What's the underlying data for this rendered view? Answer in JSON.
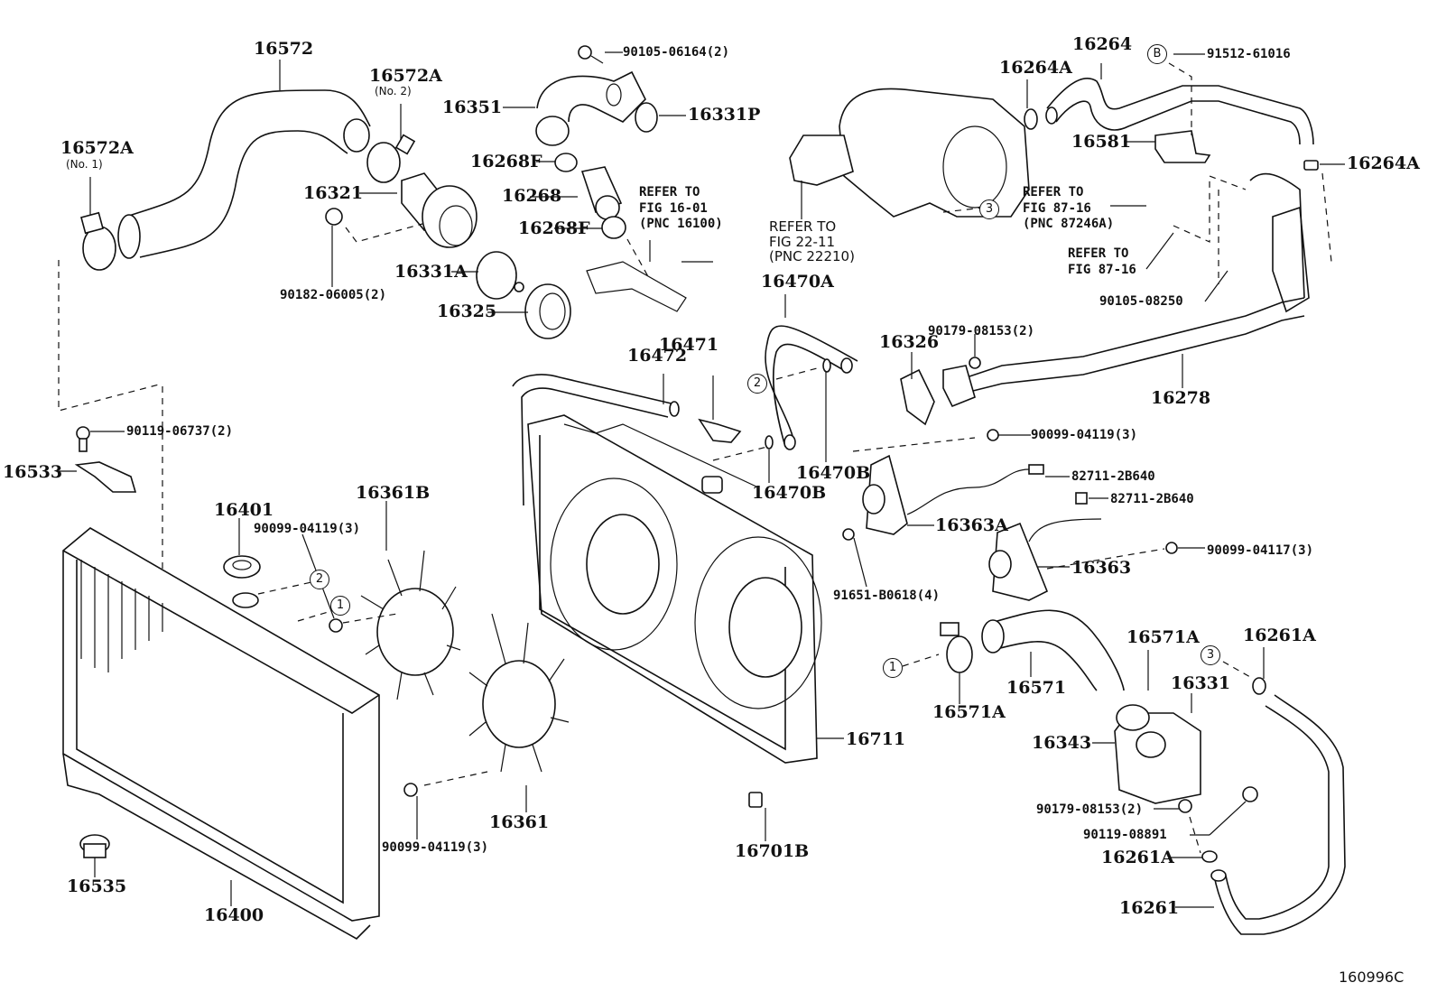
{
  "diagram": {
    "type": "exploded parts diagram",
    "subject": "Radiator & water outlet",
    "figure_code": "160996C"
  },
  "labels": {
    "p16572": "16572",
    "p16572A_no2": "16572A",
    "p16572A_no2_sub": "(No. 2)",
    "p16572A_no1": "16572A",
    "p16572A_no1_sub": "(No. 1)",
    "p16321": "16321",
    "p90182": "90182-06005(2)",
    "p90105_06164": "90105-06164(2)",
    "p16351": "16351",
    "p16331P": "16331P",
    "p16268F_a": "16268F",
    "p16268": "16268",
    "p16268F_b": "16268F",
    "refer_16_01": "REFER TO\nFIG 16-01\n(PNC 16100)",
    "p16331A": "16331A",
    "p16325": "16325",
    "p16471": "16471",
    "p16472": "16472",
    "p16470A": "16470A",
    "p16470B_a": "16470B",
    "p16470B_b": "16470B",
    "p16264": "16264",
    "p16264A_a": "16264A",
    "p91512": "91512-61016",
    "badge_B": "B",
    "p16581": "16581",
    "p16264A_b": "16264A",
    "refer_22_11": "REFER TO\nFIG 22-11\n(PNC 22210)",
    "refer_87_16_a": "REFER TO\nFIG 87-16\n(PNC 87246A)",
    "refer_87_16_b": "REFER TO\nFIG 87-16",
    "p90105_08250": "90105-08250",
    "p90179_08153_a": "90179-08153(2)",
    "p16326": "16326",
    "p16278": "16278",
    "p90099_04119_a": "90099-04119(3)",
    "p82711_a": "82711-2B640",
    "p82711_b": "82711-2B640",
    "p16363A": "16363A",
    "p91651": "91651-B0618(4)",
    "p90099_04117": "90099-04117(3)",
    "p16363": "16363",
    "p90119_06737": "90119-06737(2)",
    "p16533": "16533",
    "p16401": "16401",
    "p90099_04119_b": "90099-04119(3)",
    "p16361B": "16361B",
    "p90099_04119_c": "90099-04119(3)",
    "p16361": "16361",
    "p16711": "16711",
    "p16701B": "16701B",
    "p16535": "16535",
    "p16400": "16400",
    "p16571A_a": "16571A",
    "p16571": "16571",
    "p16571A_b": "16571A",
    "p16331": "16331",
    "p16261A_a": "16261A",
    "p16343": "16343",
    "p90179_08153_b": "90179-08153(2)",
    "p90119_08891": "90119-08891",
    "p16261A_b": "16261A",
    "p16261": "16261"
  },
  "callouts": {
    "c1": "1",
    "c2": "2",
    "c3": "3"
  }
}
